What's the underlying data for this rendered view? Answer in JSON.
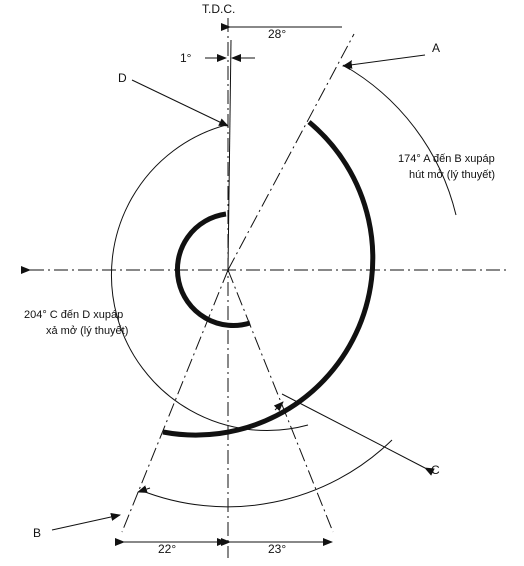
{
  "labels": {
    "tdc": "T.D.C.",
    "a": "A",
    "b": "B",
    "c": "C",
    "d": "D"
  },
  "angles": {
    "a_before_tdc": "28°",
    "d_after_tdc": "1°",
    "b_after_bdc": "22°",
    "c_before_bdc": "23°"
  },
  "notes": {
    "intake_line1": "174° A đến B xupáp",
    "intake_line2": "hút mở (lý thuyết)",
    "exhaust_line1": "204° C đến D xupáp",
    "exhaust_line2": "xả mở (lý thuyết)"
  },
  "timing": {
    "intake_open_deg": 174,
    "exhaust_open_deg": 204
  }
}
